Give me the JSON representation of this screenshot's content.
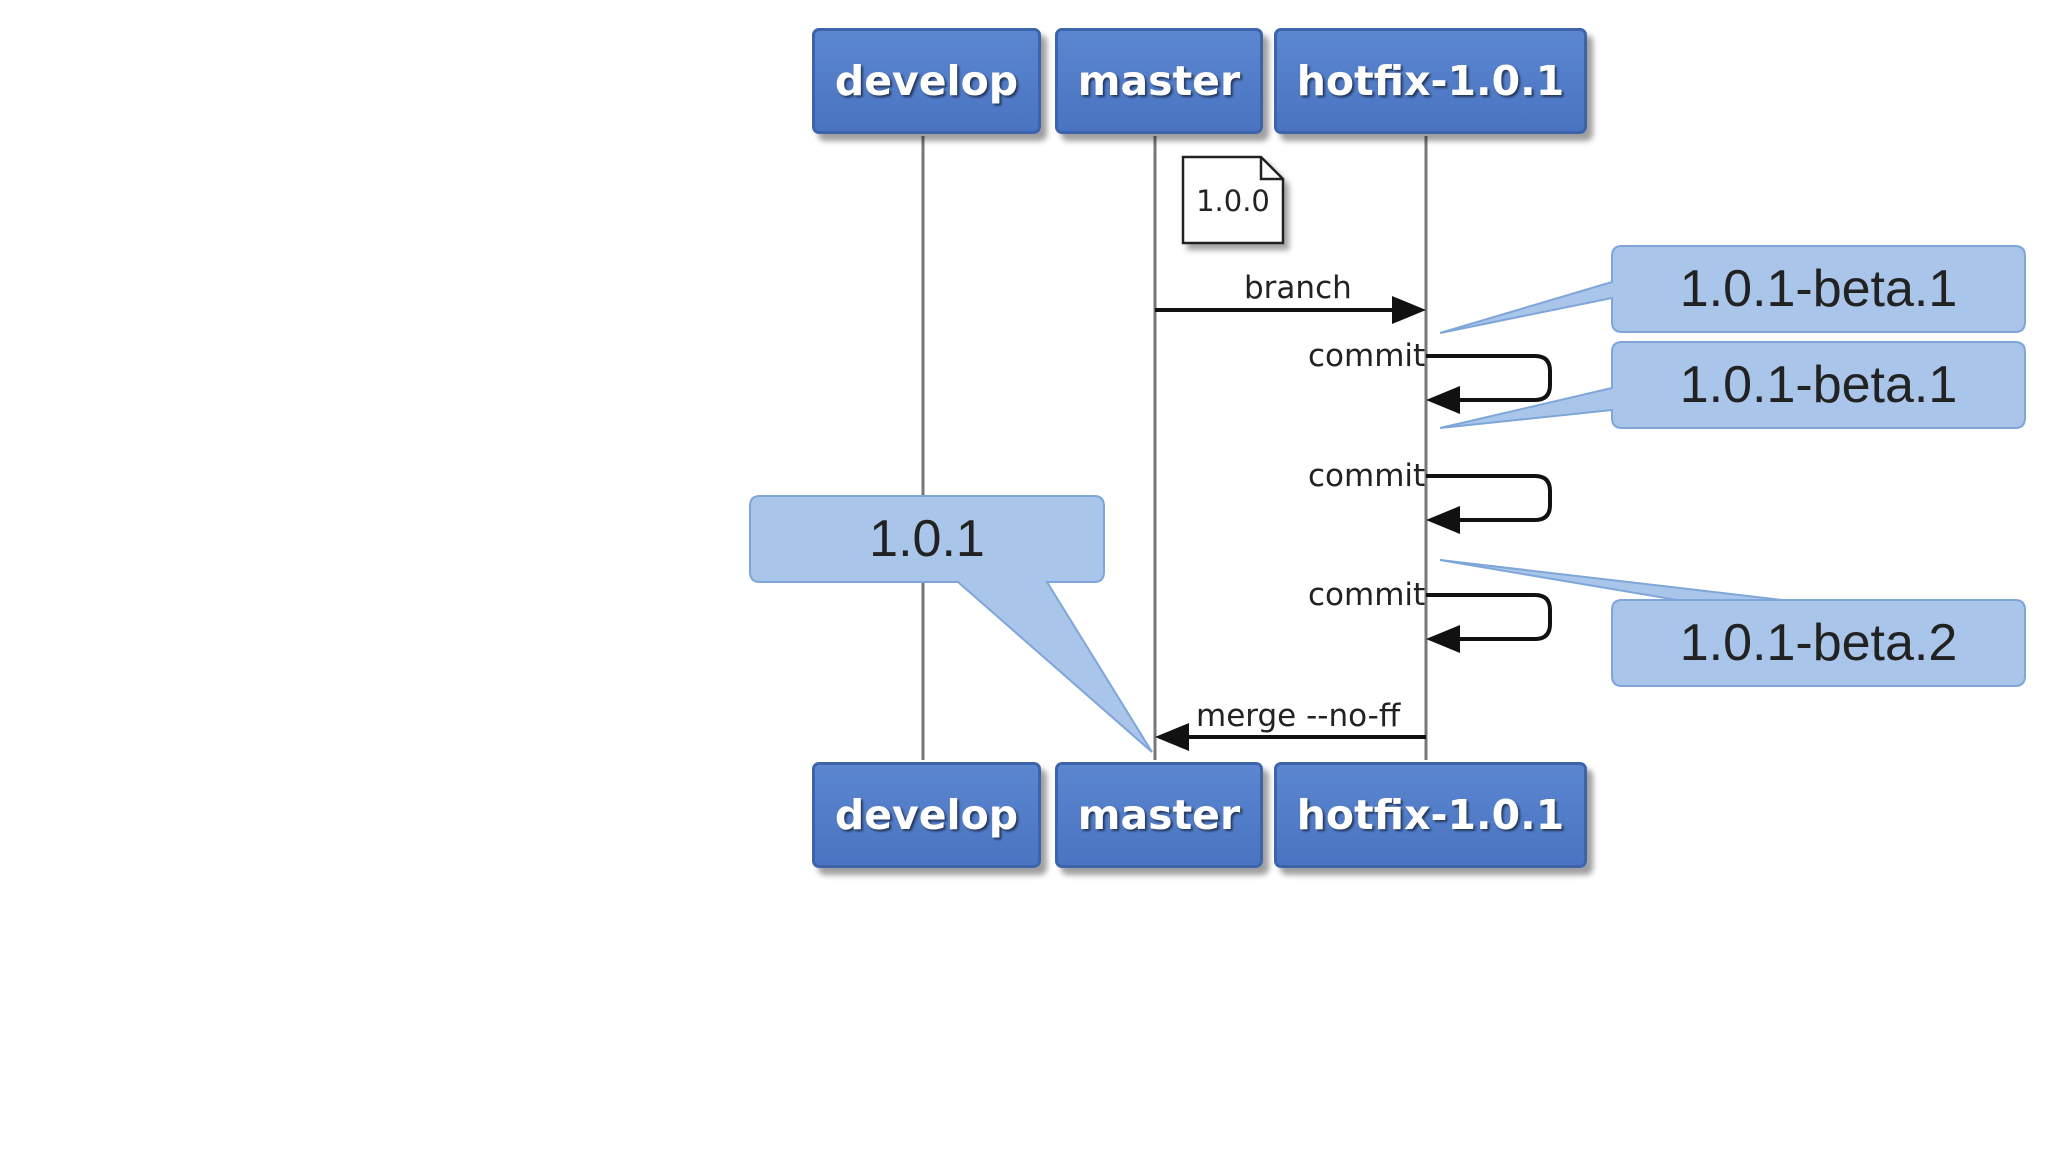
{
  "lanes": {
    "develop": "develop",
    "master": "master",
    "hotfix": "hotfix-1.0.1"
  },
  "note": "1.0.0",
  "messages": {
    "branch": "branch",
    "commit_1": "commit",
    "commit_2": "commit",
    "commit_3": "commit",
    "merge": "merge --no-ff"
  },
  "callouts": {
    "beta_1_first": "1.0.1-beta.1",
    "beta_1_second": "1.0.1-beta.1",
    "release": "1.0.1",
    "beta_2": "1.0.1-beta.2"
  },
  "colors": {
    "lane_fill": "#4a74c1",
    "callout_fill": "#a9c6ea",
    "callout_border": "#7fa6d8"
  }
}
